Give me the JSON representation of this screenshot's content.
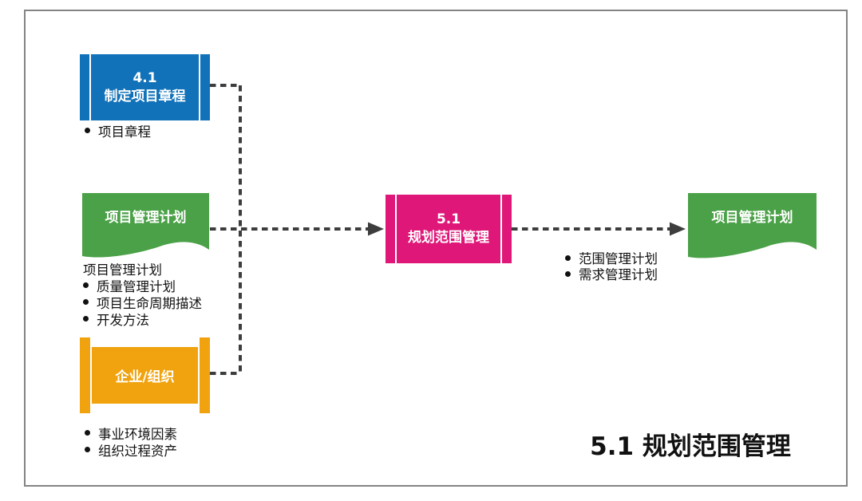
{
  "page": {
    "caption": "5.1 规划范围管理"
  },
  "nodes": {
    "develop_charter": {
      "code": "4.1",
      "name": "制定项目章程",
      "outputs": [
        "项目章程"
      ]
    },
    "pm_plan_source": {
      "name": "项目管理计划",
      "caption": "项目管理计划",
      "items": [
        "质量管理计划",
        "项目生命周期描述",
        "开发方法"
      ]
    },
    "enterprise": {
      "name": "企业/组织",
      "items": [
        "事业环境因素",
        "组织过程资产"
      ]
    },
    "process": {
      "code": "5.1",
      "name": "规划范围管理",
      "outputs": [
        "范围管理计划",
        "需求管理计划"
      ]
    },
    "pm_plan_target": {
      "name": "项目管理计划"
    }
  },
  "colors": {
    "blue": "#1272B9",
    "green": "#4AA147",
    "orange": "#F0A30E",
    "magenta": "#DE1778",
    "connector": "#3D3D3D",
    "frame_border": "#848484"
  }
}
